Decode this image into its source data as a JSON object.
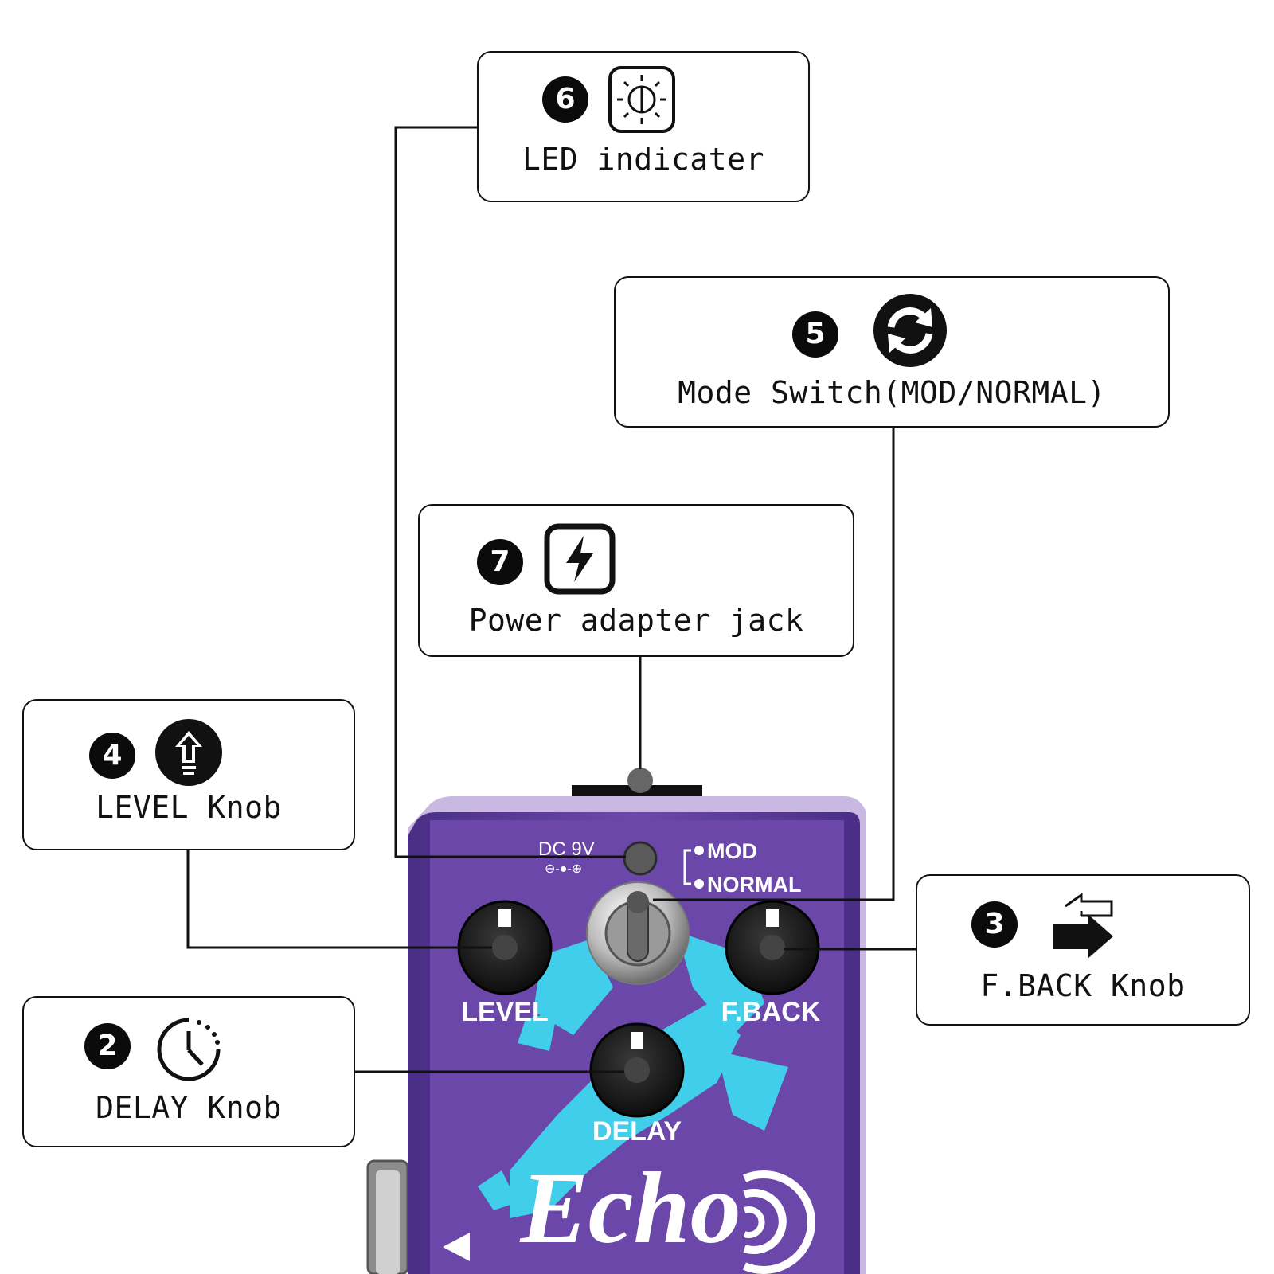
{
  "callouts": {
    "led": {
      "number": "6",
      "icon": "led-light-icon",
      "label": "LED indicater"
    },
    "mode": {
      "number": "5",
      "icon": "refresh-cycle-icon",
      "label": "Mode Switch(MOD/NORMAL)"
    },
    "power": {
      "number": "7",
      "icon": "lightning-bolt-icon",
      "label": "Power adapter jack"
    },
    "level": {
      "number": "4",
      "icon": "up-arrow-bulb-icon",
      "label": "LEVEL Knob"
    },
    "feedback": {
      "number": "3",
      "icon": "swap-arrows-icon",
      "label": "F.BACK Knob"
    },
    "delay": {
      "number": "2",
      "icon": "clock-icon",
      "label": "DELAY Knob"
    }
  },
  "pedal": {
    "dc_label": "DC 9V",
    "polarity_label": "⊖-●-⊕",
    "mode_option_1": "MOD",
    "mode_option_2": "NORMAL",
    "knob_level_label": "LEVEL",
    "knob_feedback_label": "F.BACK",
    "knob_delay_label": "DELAY",
    "brand_logo": "Echo"
  },
  "colors": {
    "pedal_body": "#5b3a9a",
    "pedal_face": "#6a47a8",
    "graphic_accent": "#3fd6ee",
    "knob": "#1b1b1b"
  }
}
